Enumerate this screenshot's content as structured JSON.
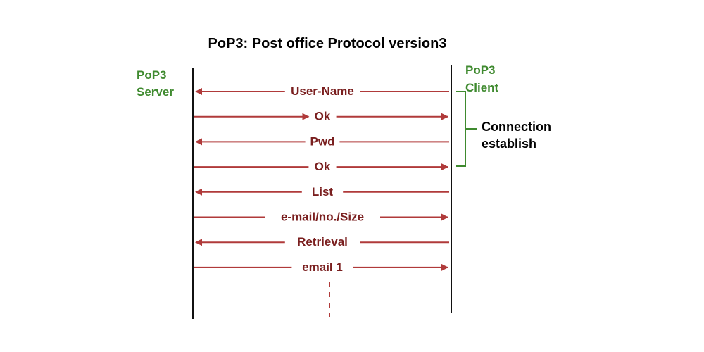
{
  "title": "PoP3: Post office Protocol version3",
  "server": {
    "line1": "PoP3",
    "line2": "Server"
  },
  "client": {
    "line1": "PoP3",
    "line2": "Client"
  },
  "messages": [
    {
      "label": "User-Name",
      "direction": "to-server"
    },
    {
      "label": "Ok",
      "direction": "to-client"
    },
    {
      "label": "Pwd",
      "direction": "to-server"
    },
    {
      "label": "Ok",
      "direction": "to-client"
    },
    {
      "label": "List",
      "direction": "to-server"
    },
    {
      "label": "e-mail/no./Size",
      "direction": "to-client"
    },
    {
      "label": "Retrieval",
      "direction": "to-server"
    },
    {
      "label": "email 1",
      "direction": "to-client"
    }
  ],
  "note": {
    "line1": "Connection",
    "line2": "establish"
  },
  "colors": {
    "arrow": "#b03a3a",
    "message_text": "#7a1f1f",
    "participant_text": "#3f8a2f",
    "bracket": "#3f8a2f",
    "lifeline": "#111111",
    "title_text": "#000000",
    "note_text": "#000000"
  }
}
